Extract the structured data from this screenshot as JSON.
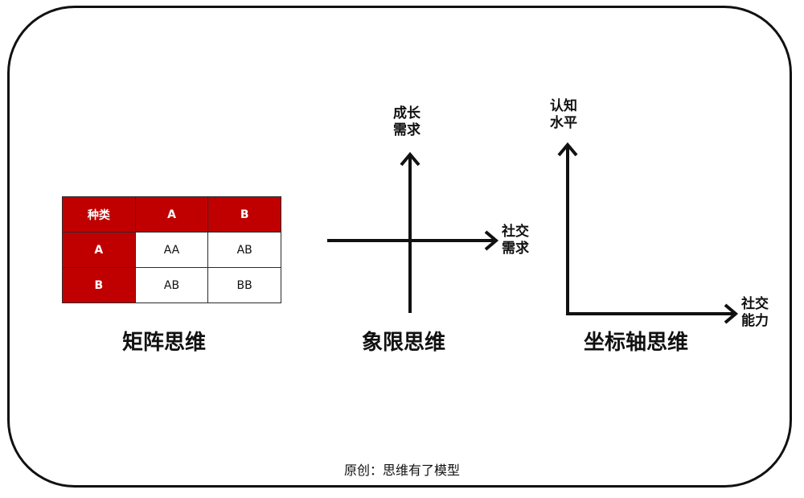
{
  "matrix": {
    "caption": "矩阵思维",
    "header": [
      "种类",
      "A",
      "B"
    ],
    "rows": [
      {
        "label": "A",
        "cells": [
          "AA",
          "AB"
        ]
      },
      {
        "label": "B",
        "cells": [
          "AB",
          "BB"
        ]
      }
    ],
    "header_color": "#c00000"
  },
  "quadrant": {
    "caption": "象限思维",
    "y_axis_label": [
      "成长",
      "需求"
    ],
    "x_axis_label": [
      "社交",
      "需求"
    ]
  },
  "coordinate": {
    "caption": "坐标轴思维",
    "y_axis_label": [
      "认知",
      "水平"
    ],
    "x_axis_label": [
      "社交",
      "能力"
    ]
  },
  "footer": {
    "credit": "原创：思维有了模型"
  }
}
